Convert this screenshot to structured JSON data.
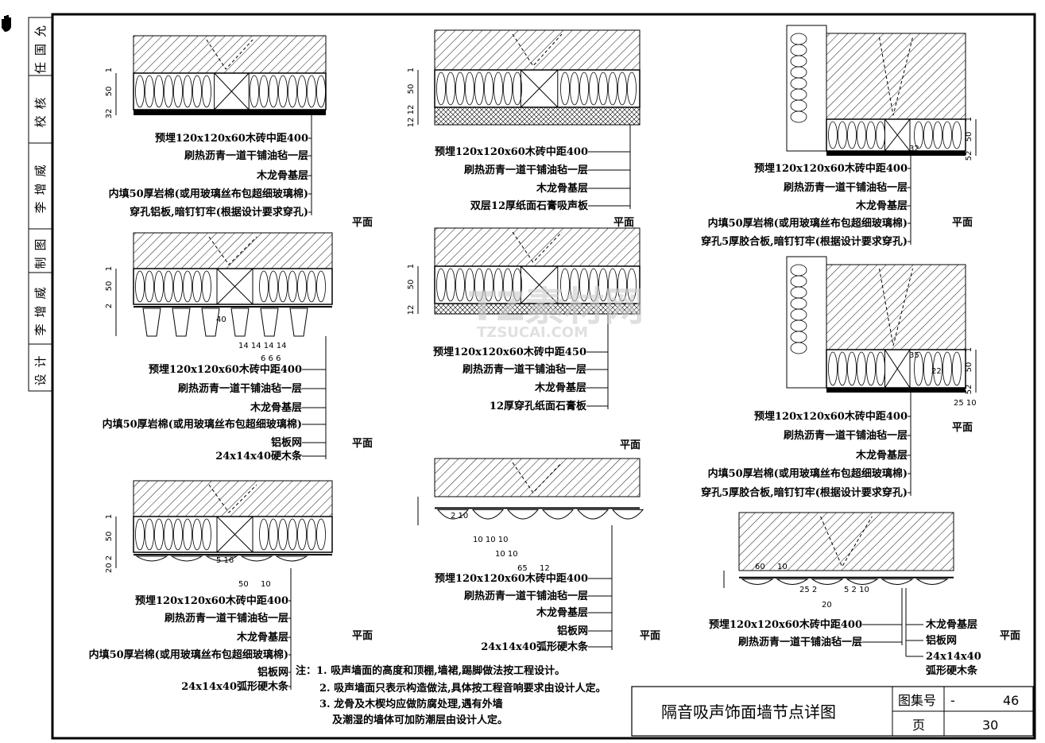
{
  "signature_column": [
    "任国允",
    "校核",
    "李增威",
    "制图",
    "李增威",
    "设计"
  ],
  "panels": [
    {
      "dims": [
        "1",
        "50",
        "32"
      ],
      "labels": [
        "预埋120x120x60木砖中距400",
        "刷热沥青一道干铺油毡一层",
        "木龙骨基层",
        "内填50厚岩棉(或用玻璃丝布包超细玻璃棉)",
        "穿孔铝板,暗钉钉牢(根据设计要求穿孔)"
      ],
      "view": "平面"
    },
    {
      "dims": [
        "1",
        "50",
        "12 12"
      ],
      "labels": [
        "预埋120x120x60木砖中距400",
        "刷热沥青一道干铺油毡一层",
        "木龙骨基层",
        "双层12厚纸面石膏吸声板"
      ],
      "view": "平面"
    },
    {
      "dims": [
        "1",
        "50",
        "52",
        "32"
      ],
      "labels": [
        "预埋120x120x60木砖中距400",
        "刷热沥青一道干铺油毡一层",
        "木龙骨基层",
        "内填50厚岩棉(或用玻璃丝布包超细玻璃棉)",
        "穿孔5厚胶合板,暗钉钉牢(根据设计要求穿孔)"
      ],
      "view": "平面"
    },
    {
      "dims": [
        "1",
        "50",
        "2",
        "40",
        "14 14 14 14",
        "6 6 6"
      ],
      "labels": [
        "预埋120x120x60木砖中距400",
        "刷热沥青一道干铺油毡一层",
        "木龙骨基层",
        "内填50厚岩棉(或用玻璃丝布包超细玻璃棉)",
        "铝板网",
        "24x14x40硬木条"
      ],
      "view": "平面"
    },
    {
      "dims": [
        "1",
        "50",
        "12"
      ],
      "labels": [
        "预埋120x120x60木砖中距450",
        "刷热沥青一道干铺油毡一层",
        "木龙骨基层",
        "12厚穿孔纸面石膏板"
      ],
      "view": "平面"
    },
    {
      "dims": [
        "1",
        "50",
        "52",
        "35",
        "22",
        "25 10"
      ],
      "labels": [
        "预埋120x120x60木砖中距400",
        "刷热沥青一道干铺油毡一层",
        "木龙骨基层",
        "内填50厚岩棉(或用玻璃丝布包超细玻璃棉)",
        "穿孔5厚胶合板,暗钉钉牢(根据设计要求穿孔)"
      ],
      "view": "平面"
    },
    {
      "dims": [
        "1",
        "50",
        "20 2",
        "5 16",
        "50",
        "10"
      ],
      "labels": [
        "预埋120x120x60木砖中距400",
        "刷热沥青一道干铺油毡一层",
        "木龙骨基层",
        "内填50厚岩棉(或用玻璃丝布包超细玻璃棉)",
        "铝板网",
        "24x14x40弧形硬木条"
      ],
      "view": "平面"
    },
    {
      "dims": [
        "2 10",
        "10 10 10",
        "10 10",
        "65",
        "12"
      ],
      "labels": [
        "预埋120x120x60木砖中距400",
        "刷热沥青一道干铺油毡一层",
        "木龙骨基层",
        "铝板网",
        "24x14x40弧形硬木条"
      ],
      "view": "平面"
    },
    {
      "dims": [
        "60",
        "10",
        "25 2",
        "20",
        "5 2 10"
      ],
      "labels": [
        "预埋120x120x60木砖中距400",
        "刷热沥青一道干铺油毡一层",
        "木龙骨基层",
        "铝板网",
        "24x14x40",
        "弧形硬木条"
      ],
      "view": "平面"
    }
  ],
  "notes": [
    "注：1. 吸声墙面的高度和顶棚,墙裙,踢脚做法按工程设计。",
    "2. 吸声墙面只表示构造做法,具体按工程音响要求由设计人定。",
    "3. 龙骨及木楔均应做防腐处理,遇有外墙",
    "及潮湿的墙体可加防潮层由设计人定。"
  ],
  "title_block": {
    "title": "隔音吸声饰面墙节点详图",
    "atlas_label": "图集号",
    "atlas_dash": "-",
    "atlas_no": "46",
    "page_label": "页",
    "page_no": "30"
  },
  "watermark": {
    "main": "TZ素材网",
    "sub": "TZSUCAI.COM"
  }
}
